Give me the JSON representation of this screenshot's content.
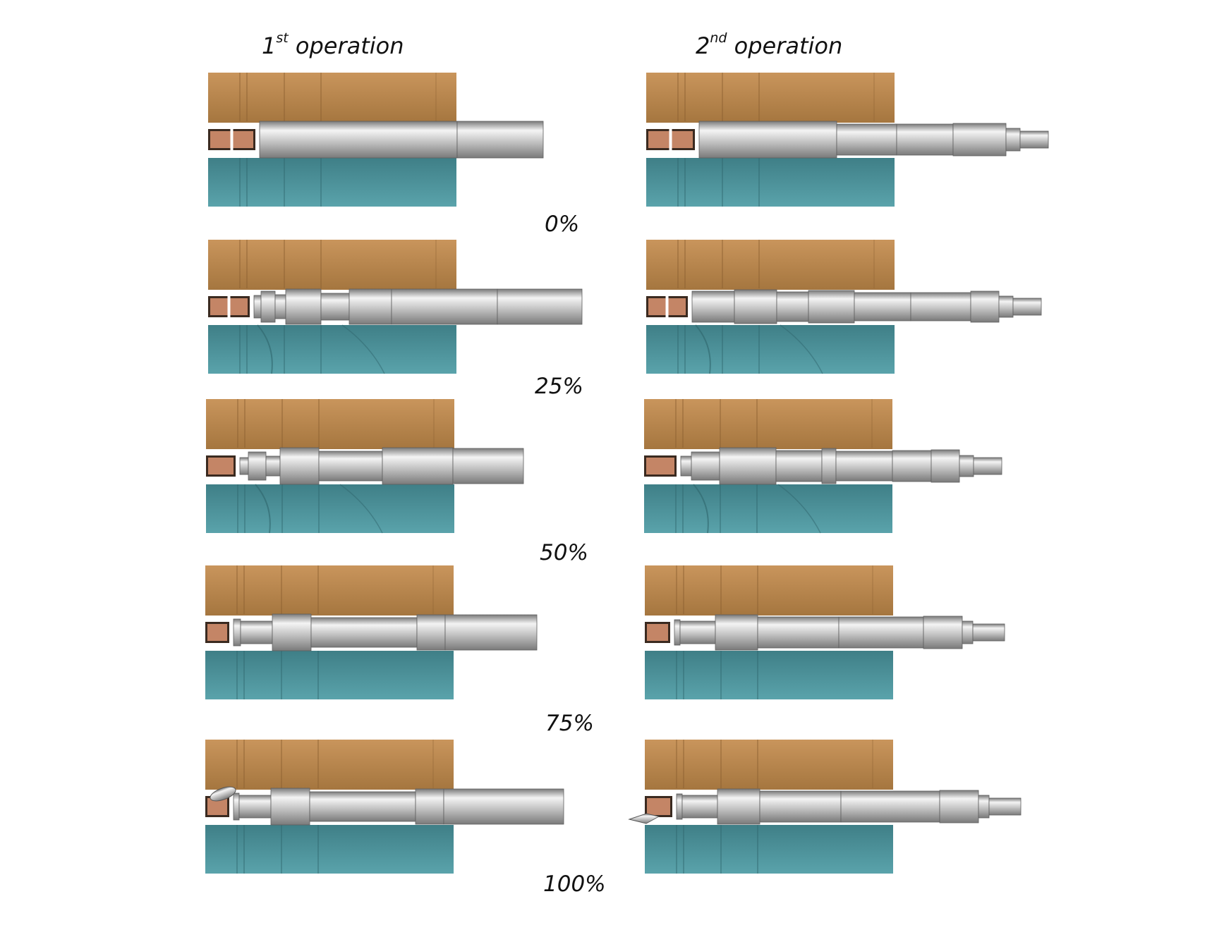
{
  "headers": {
    "first": {
      "base": "1",
      "sup": "st",
      "text": " operation"
    },
    "second": {
      "base": "2",
      "sup": "nd",
      "text": " operation"
    }
  },
  "stages": [
    "0%",
    "25%",
    "50%",
    "75%",
    "100%"
  ],
  "colors": {
    "upper_die": "#c9955c",
    "upper_die_dark": "#a5763f",
    "lower_die": "#5aa3ab",
    "lower_die_dark": "#3f7f87",
    "insert": "#c48566",
    "workpiece_light": "#f4f4f4",
    "workpiece_mid": "#c5c5c5",
    "workpiece_dark": "#7a7a7a"
  }
}
